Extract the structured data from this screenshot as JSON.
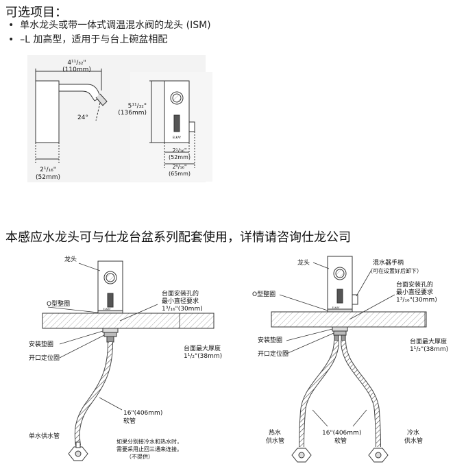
{
  "options": {
    "title": "可选项目：",
    "bullets": [
      "单水龙头或带一体式调温混水阀的龙头 (ISM)",
      "–L 加高型，适用于与台上碗盆相配"
    ]
  },
  "dimensions": {
    "side_width": "4¹¹/₃₂\"",
    "side_width_mm": "(110mm)",
    "angle": "24°",
    "side_base": "2¹/₁₆\"",
    "side_base_mm": "(52mm)",
    "front_height": "5¹¹/₃₂\"",
    "front_height_mm": "(136mm)",
    "front_base": "2¹/₁₆\"",
    "front_base_mm": "(52mm)",
    "front_total": "2⁹/₁₆\"",
    "front_total_mm": "(65mm)",
    "logo": "ELKAY"
  },
  "notice": "本感应水龙头可与仕龙台盆系列配套使用，详情请咨询仕龙公司",
  "left_diagram": {
    "faucet": "龙头",
    "o_ring": "O型整圈",
    "hole_label_1": "台面安装孔的",
    "hole_label_2": "最小直径要求",
    "hole_label_3": "1³/₁₆\"(30mm)",
    "gasket": "安装垫圈",
    "split_ring": "开口定位圈",
    "deck_1": "台面最大厚度",
    "deck_2": "1¹/₂\"(38mm)",
    "hose_len": "16\"(406mm)",
    "hose": "软管",
    "supply": "单水供水管",
    "note_1": "如果分别接冷水和热水时，",
    "note_2": "需要采用止回三通来连接。",
    "note_3": "（不提供）",
    "logo": "ELKAY"
  },
  "right_diagram": {
    "faucet": "龙头",
    "mixer_1": "混水器手柄",
    "mixer_2": "（可在设置好后卸下）",
    "hole_label_1": "台面安装孔的",
    "hole_label_2": "最小直径要求",
    "hole_label_3": "1³/₁₆\"(30mm)",
    "o_ring": "O型整圈",
    "deck_1": "台面最大厚度",
    "deck_2": "1¹/₂\"(38mm)",
    "gasket": "安装垫圈",
    "split_ring": "开口定位圈",
    "hot_1": "热水",
    "hot_2": "供水管",
    "hose_len": "16\"(406mm)",
    "hose": "软管",
    "cold_1": "冷水",
    "cold_2": "供水管",
    "logo": "ELKAY"
  }
}
